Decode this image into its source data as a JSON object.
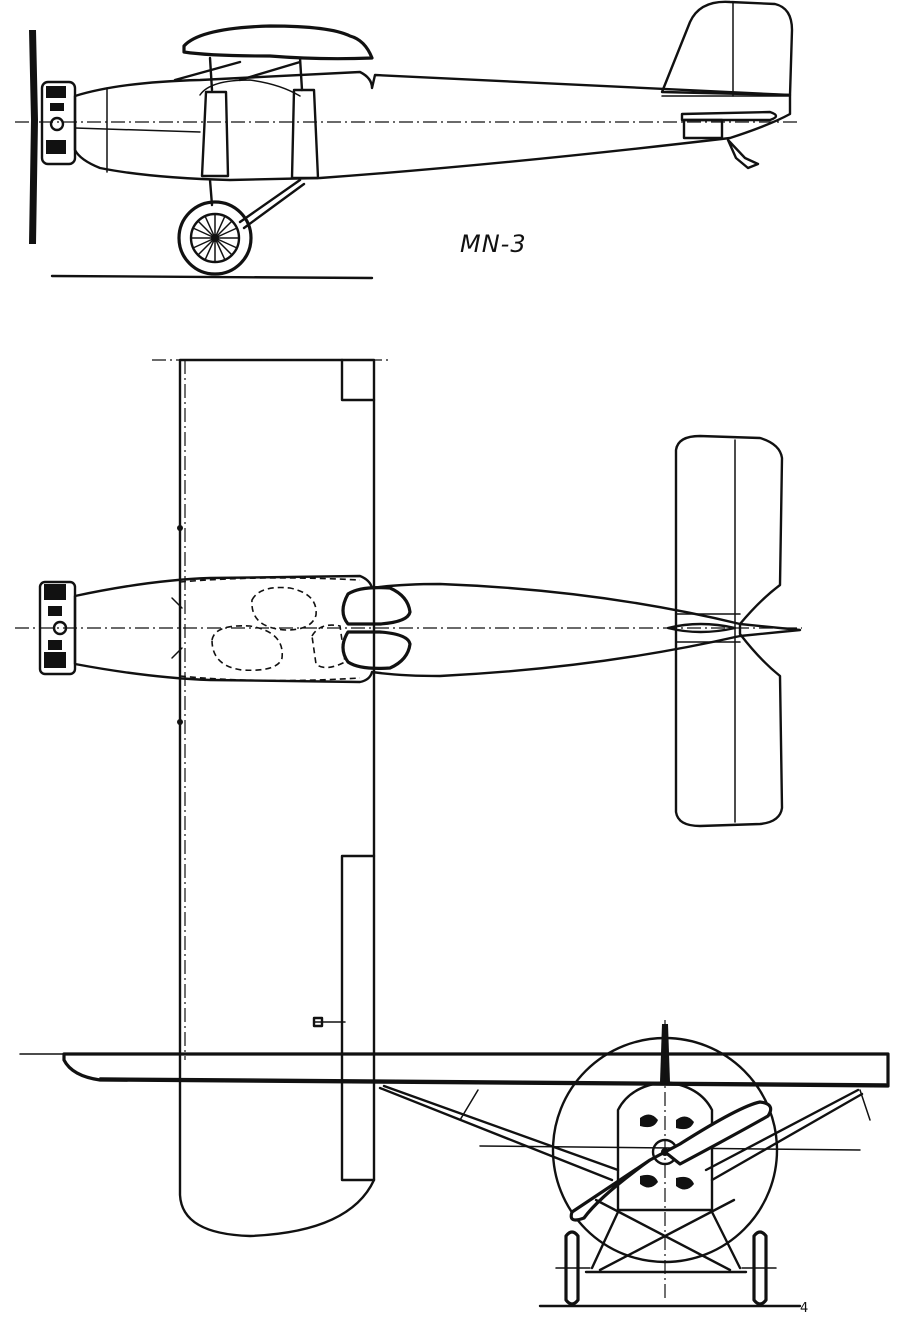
{
  "drawing": {
    "model_label": "MN-3",
    "corner_mark": "4",
    "views": [
      "side-view",
      "top-view",
      "front-view"
    ],
    "colors": {
      "ink": "#111111",
      "paper": "#ffffff"
    }
  }
}
